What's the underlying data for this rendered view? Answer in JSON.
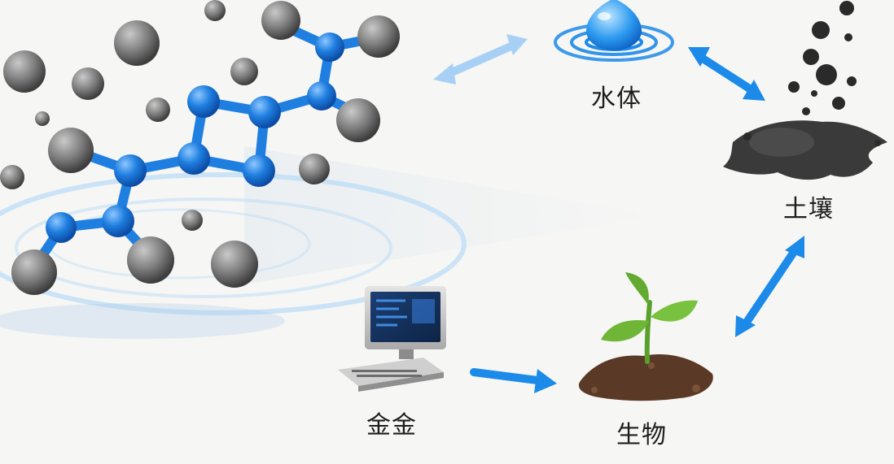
{
  "nodes": {
    "water": {
      "label": "水体"
    },
    "soil": {
      "label": "土壤"
    },
    "organism": {
      "label": "生物"
    },
    "computer": {
      "label": "金金"
    }
  },
  "colors": {
    "background": "#f6f6f4",
    "bond_blue": "#1f7fe0",
    "atom_gray": "#7a7a7a",
    "arrow_blue": "#1c8ae8",
    "stem_green": "#5aa02c",
    "soil_brown": "#5a3a26",
    "stain_black": "#2a2a2a"
  },
  "icons": [
    "molecule-icon",
    "water-drop-icon",
    "soil-stain-icon",
    "seedling-icon",
    "computer-icon"
  ]
}
